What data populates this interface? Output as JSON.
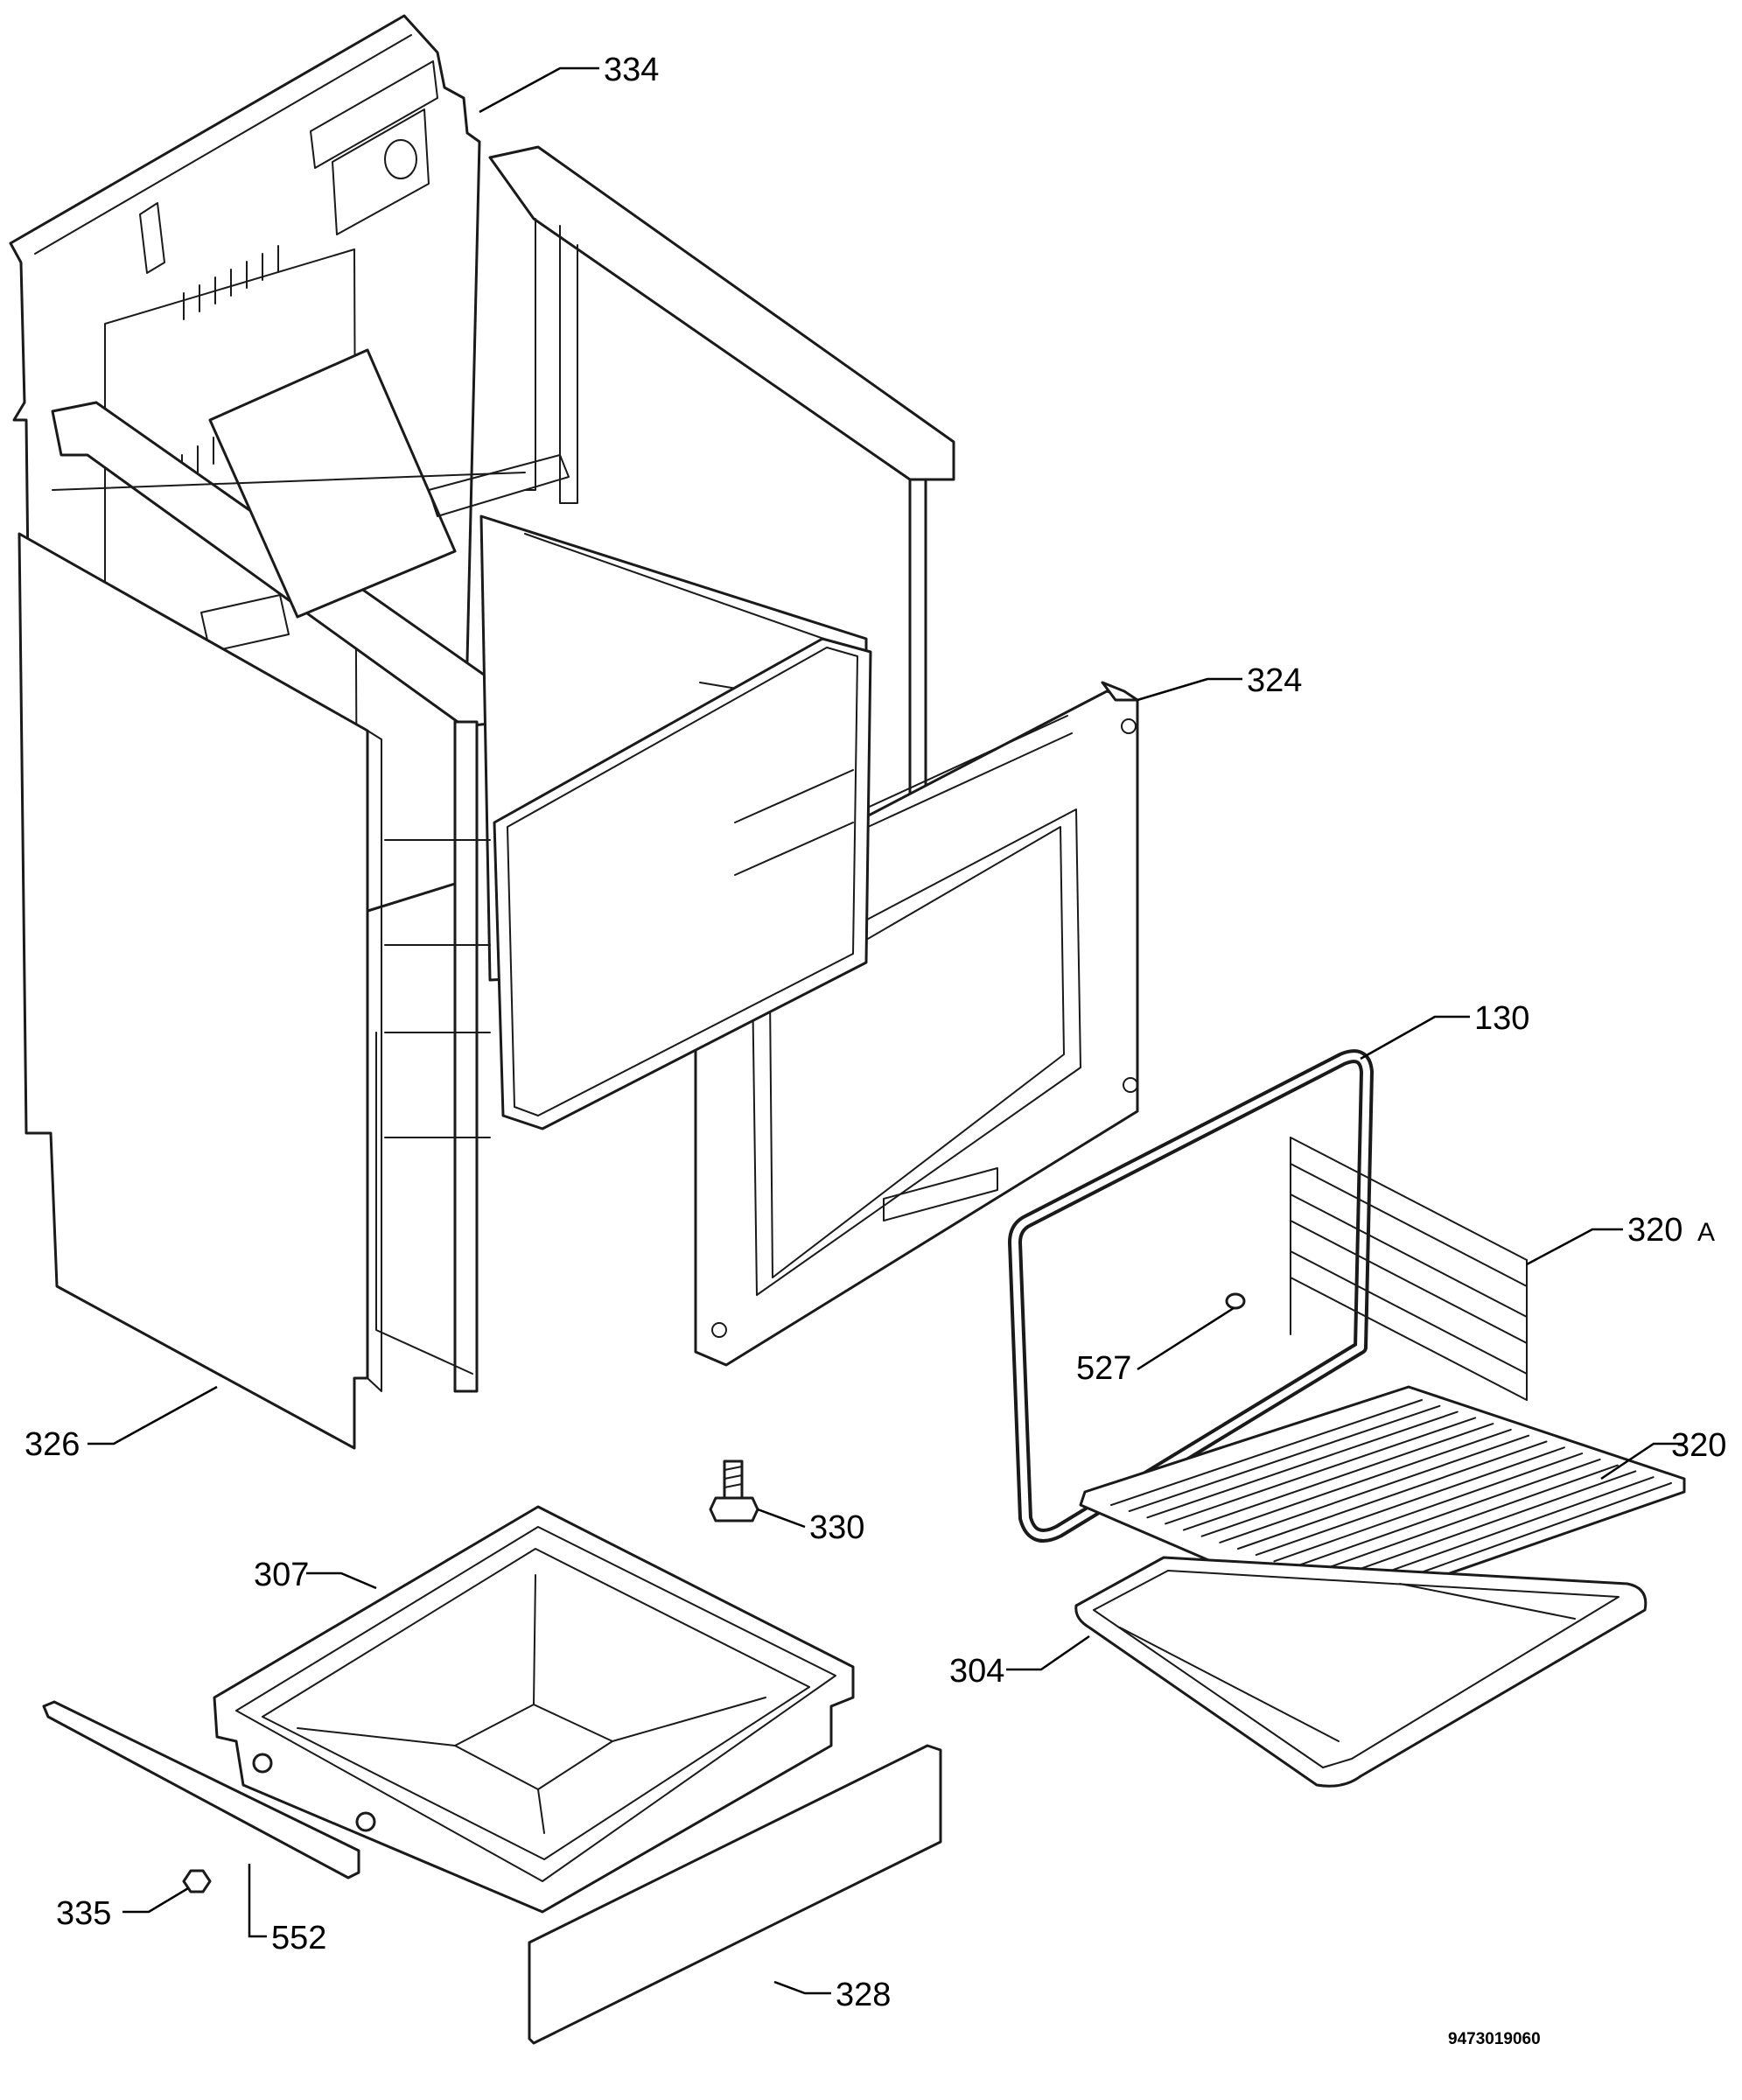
{
  "diagram": {
    "callouts": [
      {
        "id": "334",
        "label": "334"
      },
      {
        "id": "324",
        "label": "324"
      },
      {
        "id": "130",
        "label": "130"
      },
      {
        "id": "320A",
        "label": "320",
        "suffix": "A"
      },
      {
        "id": "527",
        "label": "527"
      },
      {
        "id": "320",
        "label": "320"
      },
      {
        "id": "326",
        "label": "326"
      },
      {
        "id": "330",
        "label": "330"
      },
      {
        "id": "307",
        "label": "307"
      },
      {
        "id": "304",
        "label": "304"
      },
      {
        "id": "335",
        "label": "335"
      },
      {
        "id": "552",
        "label": "552"
      },
      {
        "id": "328",
        "label": "328"
      }
    ],
    "document_number": "9473019060"
  }
}
